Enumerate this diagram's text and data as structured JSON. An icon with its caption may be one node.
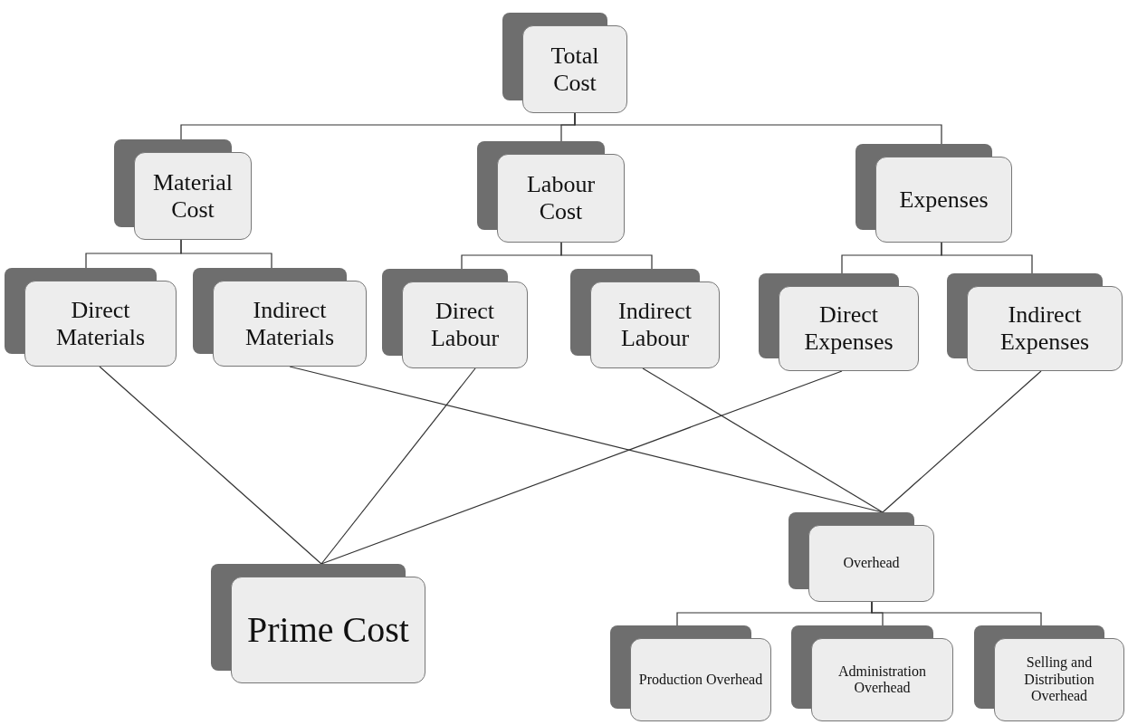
{
  "diagram": {
    "nodes": [
      {
        "text": [
          "Total Cost"
        ]
      },
      {
        "text": [
          "Material Cost"
        ]
      },
      {
        "text": [
          "Labour Cost"
        ]
      },
      {
        "text": [
          "Expenses"
        ]
      },
      {
        "text": [
          "Direct Materials"
        ]
      },
      {
        "text": [
          "Indirect Materials"
        ]
      },
      {
        "text": [
          "Direct Labour"
        ]
      },
      {
        "text": [
          "Indirect Labour"
        ]
      },
      {
        "text": [
          "Direct Expenses"
        ]
      },
      {
        "text": [
          "Indirect Expenses"
        ]
      },
      {
        "text": [
          "Overhead"
        ]
      },
      {
        "text": [
          "Prime Cost"
        ]
      },
      {
        "text": [
          "Production Overhead"
        ]
      },
      {
        "text": [
          "Administration Overhead"
        ]
      },
      {
        "text": [
          "Selling and Distribution Overhead"
        ]
      }
    ],
    "edges": [
      {
        "from": 0,
        "to": 1,
        "arrow": "none"
      },
      {
        "from": 0,
        "to": 2,
        "arrow": "none"
      },
      {
        "from": 0,
        "to": 3,
        "arrow": "none"
      },
      {
        "from": 1,
        "to": 4,
        "arrow": "none"
      },
      {
        "from": 1,
        "to": 5,
        "arrow": "none"
      },
      {
        "from": 2,
        "to": 6,
        "arrow": "none"
      },
      {
        "from": 2,
        "to": 7,
        "arrow": "none"
      },
      {
        "from": 3,
        "to": 8,
        "arrow": "none"
      },
      {
        "from": 3,
        "to": 9,
        "arrow": "none"
      },
      {
        "from": 4,
        "to": 11,
        "arrow": "none"
      },
      {
        "from": 5,
        "to": 10,
        "arrow": "none"
      },
      {
        "from": 6,
        "to": 11,
        "arrow": "none"
      },
      {
        "from": 7,
        "to": 10,
        "arrow": "none"
      },
      {
        "from": 8,
        "to": 11,
        "arrow": "none"
      },
      {
        "from": 9,
        "to": 10,
        "arrow": "none"
      },
      {
        "from": 10,
        "to": 12,
        "arrow": "none"
      },
      {
        "from": 10,
        "to": 13,
        "arrow": "none"
      },
      {
        "from": 10,
        "to": 14,
        "arrow": "none"
      }
    ]
  }
}
